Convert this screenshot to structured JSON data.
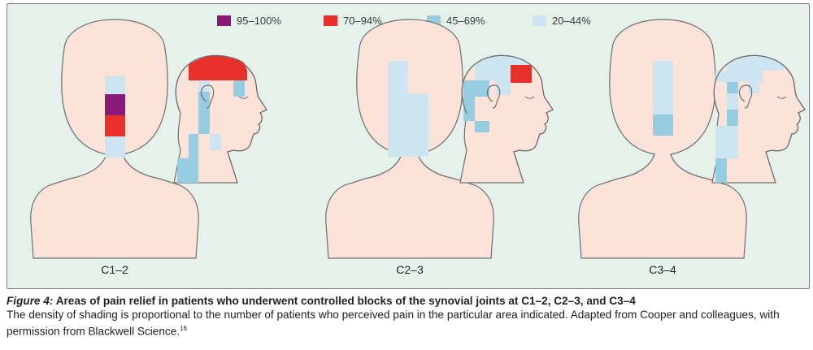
{
  "legend": [
    {
      "label": "95–100%",
      "color": "#8a1a7a"
    },
    {
      "label": "70–94%",
      "color": "#e8302a"
    },
    {
      "label": "45–69%",
      "color": "#96cde0"
    },
    {
      "label": "20–44%",
      "color": "#cde5f0"
    }
  ],
  "panels": [
    {
      "label": "C1–2"
    },
    {
      "label": "C2–3"
    },
    {
      "label": "C3–4"
    }
  ],
  "colors": {
    "skin": "#fbe3da",
    "outline": "#6e6e6e",
    "panel_bg": "#e6f1ec"
  },
  "caption": {
    "figure_label": "Figure 4:",
    "title": "Areas of pain relief in patients who underwent controlled blocks of the synovial joints at C1–2, C2–3, and C3–4",
    "body": "The density of shading is proportional to the number of patients who perceived pain in the particular area indicated. Adapted from Cooper and colleagues, with permission from Blackwell Science.",
    "ref": "16"
  }
}
